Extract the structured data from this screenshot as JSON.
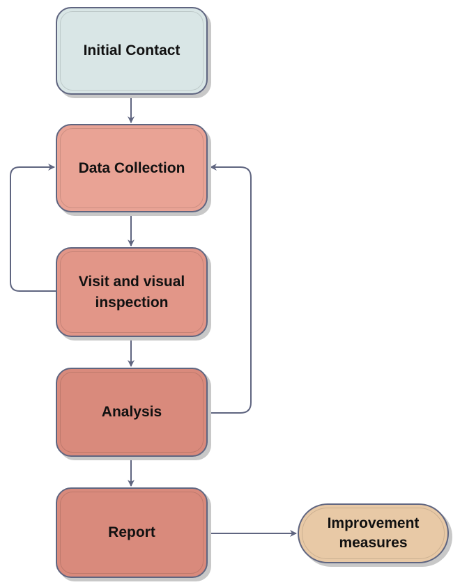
{
  "diagram": {
    "type": "flowchart",
    "nodes": [
      {
        "id": "initial-contact",
        "label": "Initial Contact",
        "color": "#d9e6e6"
      },
      {
        "id": "data-collection",
        "label": "Data Collection",
        "color": "#e9a395"
      },
      {
        "id": "visit-inspection",
        "label": "Visit and visual inspection",
        "color": "#e9a395"
      },
      {
        "id": "analysis",
        "label": "Analysis",
        "color": "#d98a7c"
      },
      {
        "id": "report",
        "label": "Report",
        "color": "#d98a7c"
      },
      {
        "id": "improvement-measures",
        "label": "Improvement measures",
        "color": "#e8c9a6"
      }
    ],
    "edges": [
      {
        "from": "initial-contact",
        "to": "data-collection"
      },
      {
        "from": "data-collection",
        "to": "visit-inspection"
      },
      {
        "from": "visit-inspection",
        "to": "data-collection"
      },
      {
        "from": "visit-inspection",
        "to": "analysis"
      },
      {
        "from": "analysis",
        "to": "data-collection"
      },
      {
        "from": "analysis",
        "to": "report"
      },
      {
        "from": "report",
        "to": "improvement-measures"
      }
    ],
    "line_color": "#5f6580"
  }
}
